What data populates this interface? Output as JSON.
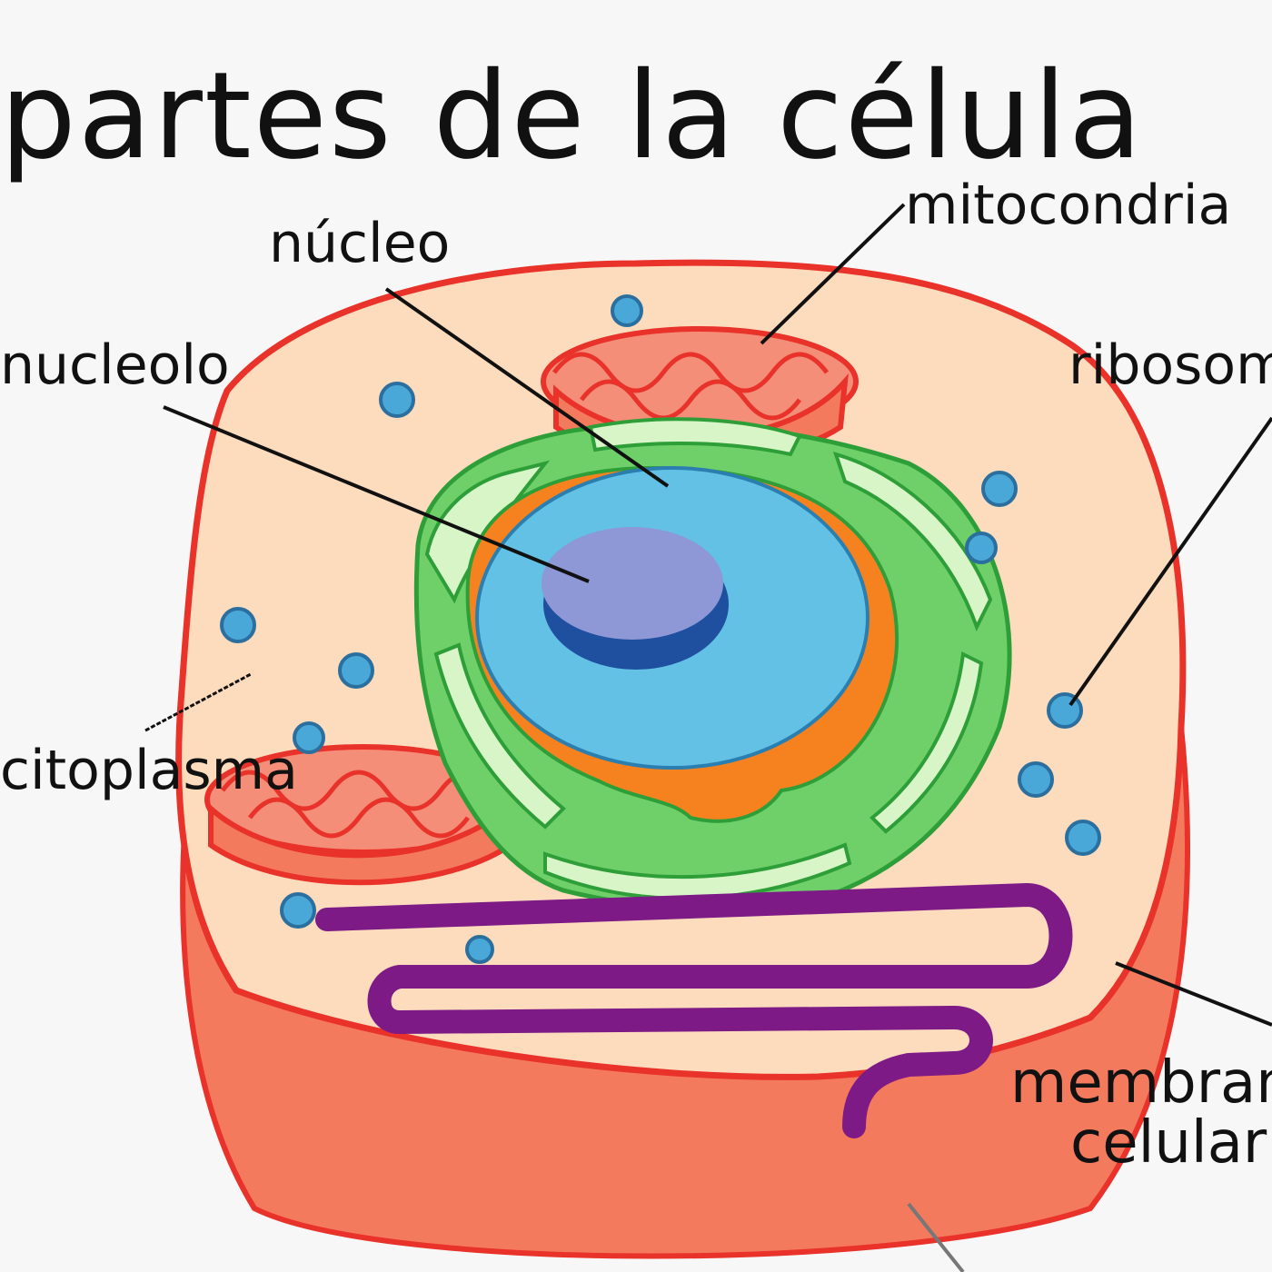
{
  "title": "partes de la célula",
  "labels": {
    "nucleo": "núcleo",
    "nucleolo": "nucleolo",
    "mitocondria": "mitocondria",
    "ribosoma": "ribosoma",
    "citoplasma": "citoplasma",
    "membrana_line1": "membrana",
    "membrana_line2": "celular"
  },
  "colors": {
    "membrane": "#e8322a",
    "cytoplasm": "#fddcbe",
    "membrane_fill": "#f47a5e",
    "nucleus": "#62c1e5",
    "nucleolus": "#8e98d6",
    "nucleolus_shadow": "#1f4f9f",
    "golgi": "#6fd06a",
    "golgi_light": "#d8f5c8",
    "nuclear_envelope": "#f5821f",
    "mitochondria": "#f48e78",
    "reticulum": "#7d1a86",
    "ribosome": "#4aa8d8"
  }
}
